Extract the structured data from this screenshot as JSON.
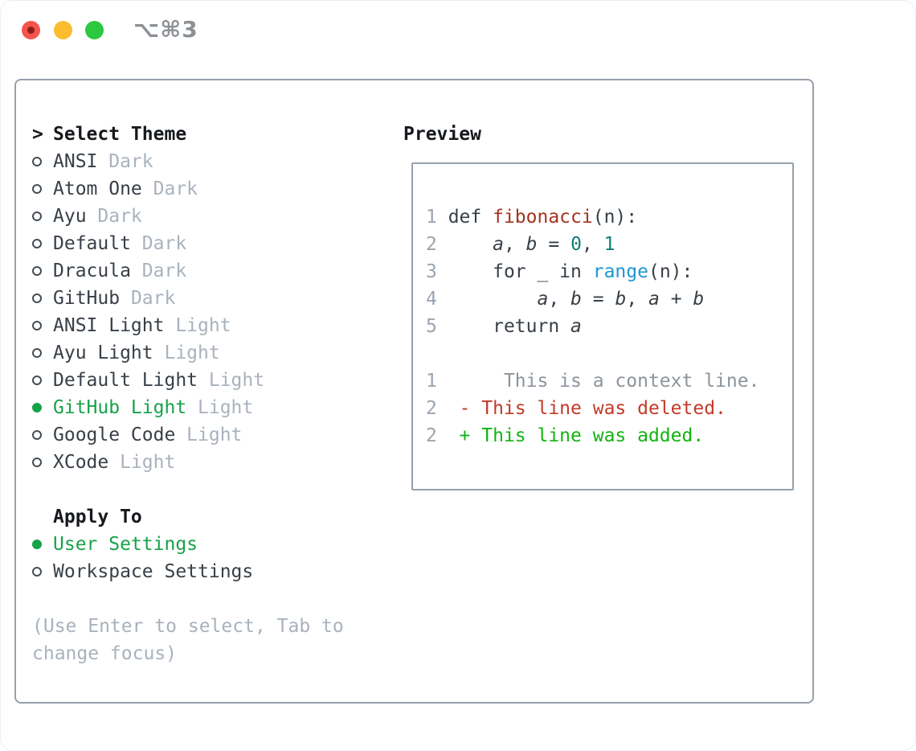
{
  "titlebar": {
    "title": "⌥⌘3"
  },
  "colors": {
    "accent_green": "#17a24a",
    "diff_added": "#12b312",
    "diff_deleted": "#c23a28",
    "code_function": "#a5331f",
    "code_number": "#0f7e79",
    "code_builtin": "#1e96d2",
    "text_dark": "#383f47",
    "muted_gray": "#a9b2bd",
    "panel_border": "#97a1ac",
    "traffic_red": "#f5544d",
    "traffic_yellow": "#fcbc30",
    "traffic_green": "#2bc840"
  },
  "theme_menu": {
    "prompt_marker": ">",
    "title": "Select Theme",
    "items": [
      {
        "name": "ANSI",
        "variant": "Dark",
        "selected": false
      },
      {
        "name": "Atom One",
        "variant": "Dark",
        "selected": false
      },
      {
        "name": "Ayu",
        "variant": "Dark",
        "selected": false
      },
      {
        "name": "Default",
        "variant": "Dark",
        "selected": false
      },
      {
        "name": "Dracula",
        "variant": "Dark",
        "selected": false
      },
      {
        "name": "GitHub",
        "variant": "Dark",
        "selected": false
      },
      {
        "name": "ANSI Light",
        "variant": "Light",
        "selected": false
      },
      {
        "name": "Ayu Light",
        "variant": "Light",
        "selected": false
      },
      {
        "name": "Default Light",
        "variant": "Light",
        "selected": false
      },
      {
        "name": "GitHub Light",
        "variant": "Light",
        "selected": true
      },
      {
        "name": "Google Code",
        "variant": "Light",
        "selected": false
      },
      {
        "name": "XCode",
        "variant": "Light",
        "selected": false
      }
    ]
  },
  "apply_to": {
    "title": "Apply To",
    "options": [
      {
        "label": "User Settings",
        "selected": true
      },
      {
        "label": "Workspace Settings",
        "selected": false
      }
    ]
  },
  "hint": {
    "line1": "(Use Enter to select, Tab to",
    "line2": "change focus)"
  },
  "preview": {
    "title": "Preview",
    "lines": [
      {
        "n": "1",
        "toks": [
          {
            "t": "def ",
            "c": "kw"
          },
          {
            "t": "fibonacci",
            "c": "fn"
          },
          {
            "t": "(n):",
            "c": "pl"
          }
        ]
      },
      {
        "n": "2",
        "toks": [
          {
            "t": "    ",
            "c": "pl"
          },
          {
            "t": "a",
            "c": "var"
          },
          {
            "t": ", ",
            "c": "pl"
          },
          {
            "t": "b",
            "c": "var"
          },
          {
            "t": " = ",
            "c": "pl"
          },
          {
            "t": "0",
            "c": "num"
          },
          {
            "t": ", ",
            "c": "pl"
          },
          {
            "t": "1",
            "c": "num"
          }
        ]
      },
      {
        "n": "3",
        "toks": [
          {
            "t": "    for _ in ",
            "c": "pl"
          },
          {
            "t": "range",
            "c": "bi"
          },
          {
            "t": "(n):",
            "c": "pl"
          }
        ]
      },
      {
        "n": "4",
        "toks": [
          {
            "t": "        ",
            "c": "pl"
          },
          {
            "t": "a",
            "c": "var"
          },
          {
            "t": ", ",
            "c": "pl"
          },
          {
            "t": "b",
            "c": "var"
          },
          {
            "t": " = ",
            "c": "pl"
          },
          {
            "t": "b",
            "c": "var"
          },
          {
            "t": ", ",
            "c": "pl"
          },
          {
            "t": "a",
            "c": "var"
          },
          {
            "t": " + ",
            "c": "pl"
          },
          {
            "t": "b",
            "c": "var"
          }
        ]
      },
      {
        "n": "5",
        "toks": [
          {
            "t": "    return ",
            "c": "pl"
          },
          {
            "t": "a",
            "c": "var"
          }
        ]
      },
      {
        "n": "",
        "toks": []
      },
      {
        "n": "1",
        "toks": [
          {
            "t": "     This is a context line.",
            "c": "ctx"
          }
        ]
      },
      {
        "n": "2",
        "toks": [
          {
            "t": " - This line was deleted.",
            "c": "del"
          }
        ]
      },
      {
        "n": "2",
        "toks": [
          {
            "t": " + This line was added.",
            "c": "add"
          }
        ]
      }
    ]
  }
}
